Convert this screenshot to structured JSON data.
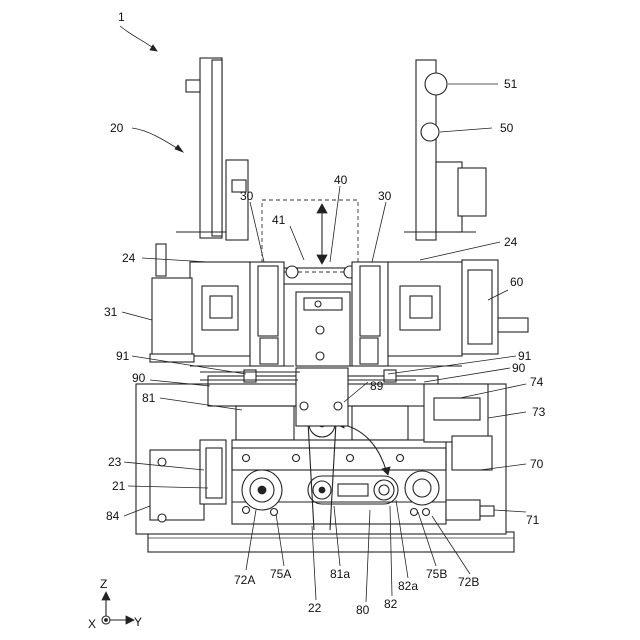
{
  "figure": {
    "number": "1",
    "labels": {
      "n20": "20",
      "n30a": "30",
      "n30b": "30",
      "n40": "40",
      "n41": "41",
      "n24a": "24",
      "n24b": "24",
      "n31": "31",
      "n91a": "91",
      "n91b": "91",
      "n90a": "90",
      "n90b": "90",
      "n81": "81",
      "n89": "89",
      "n23": "23",
      "n21": "21",
      "n84": "84",
      "n50": "50",
      "n51": "51",
      "n60": "60",
      "n74": "74",
      "n73": "73",
      "n70": "70",
      "n71": "71",
      "n72A": "72A",
      "n75A": "75A",
      "n22": "22",
      "n81a": "81a",
      "n80": "80",
      "n82": "82",
      "n82a": "82a",
      "n75B": "75B",
      "n72B": "72B"
    },
    "axes": {
      "z": "Z",
      "x": "X",
      "y": "Y"
    }
  }
}
